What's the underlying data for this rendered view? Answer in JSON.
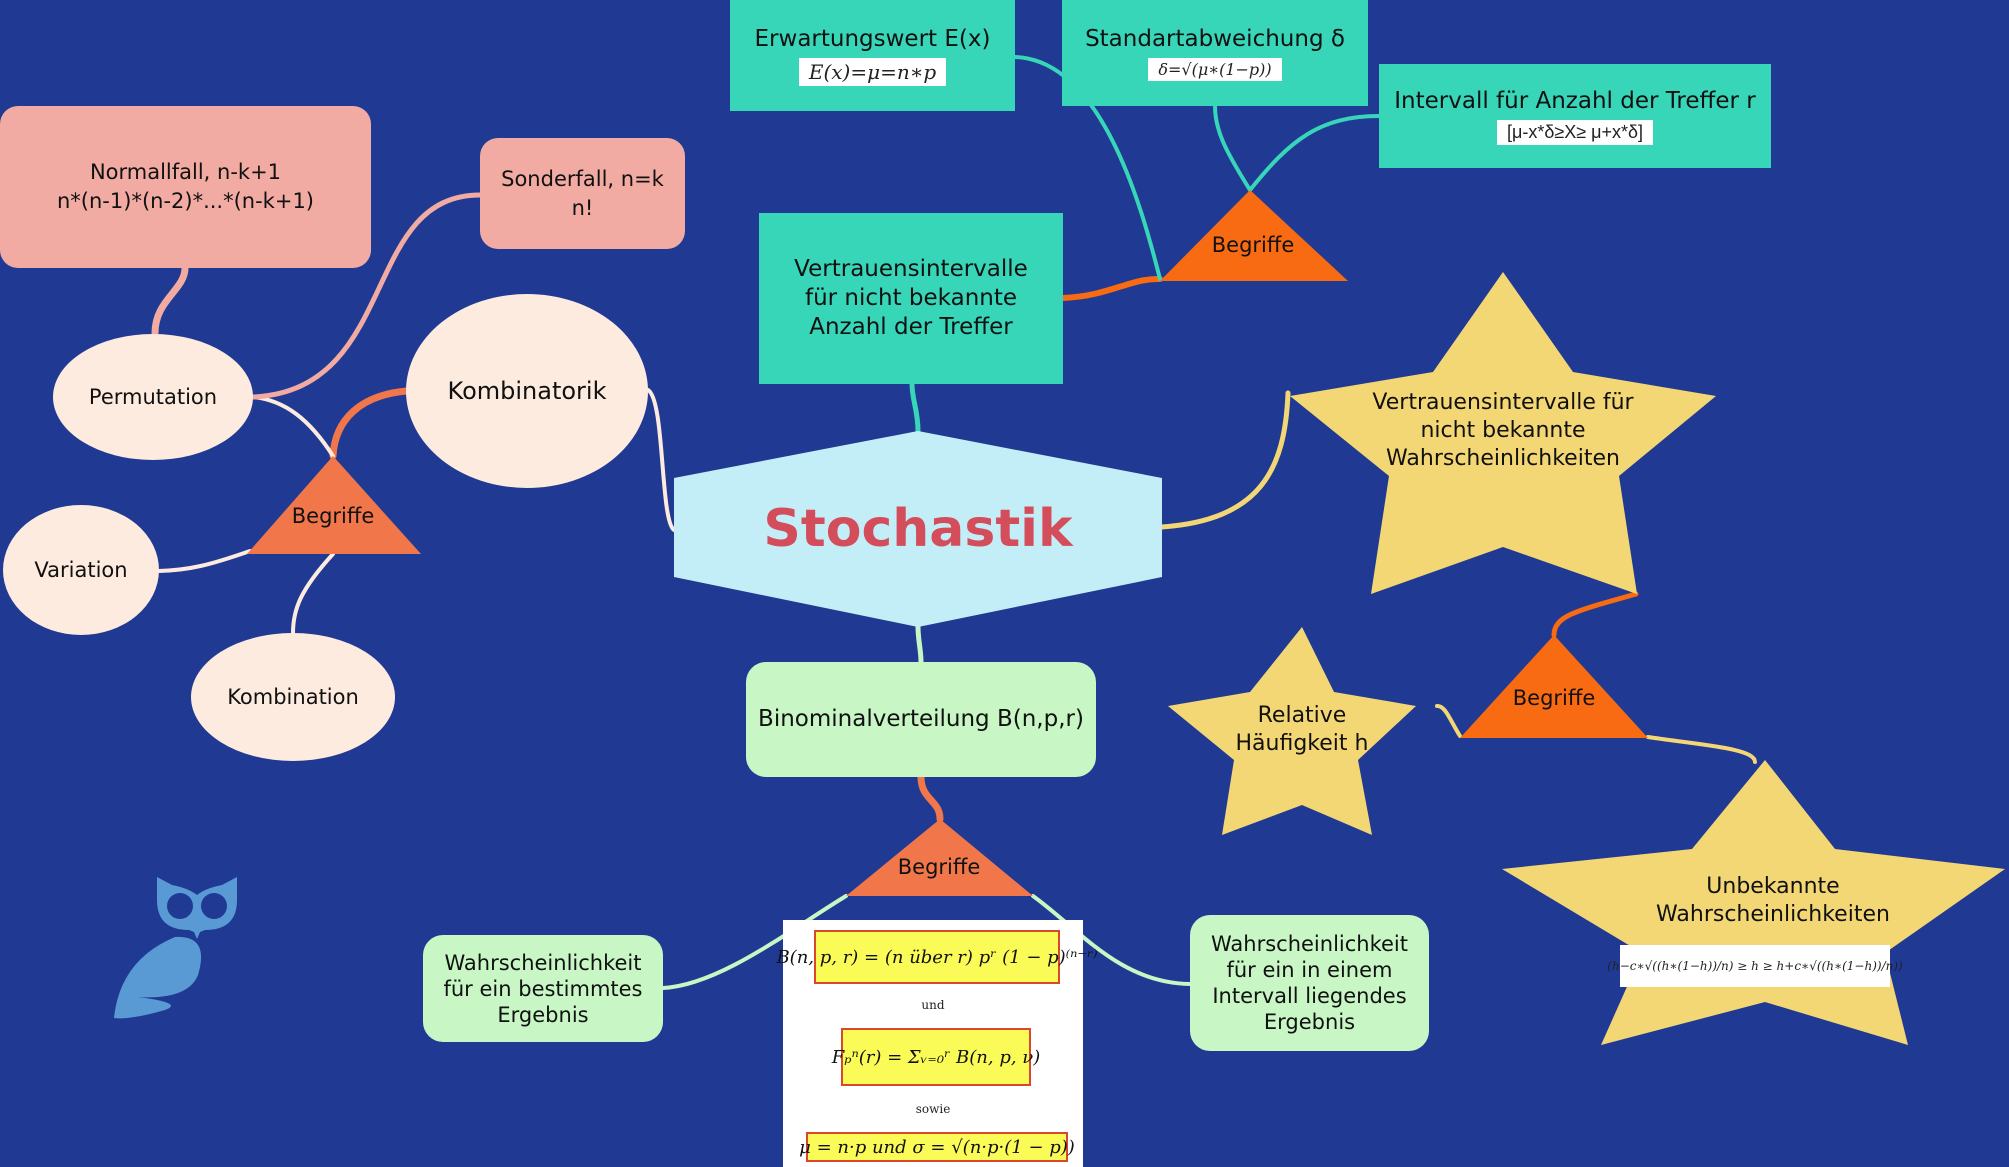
{
  "title": "Stochastik",
  "colors": {
    "background": "#203a93",
    "center_fill": "#c4eef7",
    "center_text": "#d34d5a",
    "teal": "#38d6b8",
    "pink": "#f1aba2",
    "cream": "#fdebdf",
    "mint": "#c8f7c5",
    "star": "#f4d775",
    "orange_dark": "#f86b12",
    "orange_light": "#f1774a",
    "owl": "#5a9ad4"
  },
  "center": {
    "label": "Stochastik"
  },
  "kombinatorik": {
    "label": "Kombinatorik",
    "begriffe": "Begriffe",
    "permutation": "Permutation",
    "variation": "Variation",
    "kombination": "Kombination",
    "normallfall": "Normallfall, n-k+1\nn*(n-1)*(n-2)*...*(n-k+1)",
    "sonderfall": "Sonderfall, n=k\nn!"
  },
  "vertrauen_treffer": {
    "label": "Vertrauensintervalle\nfür nicht bekannte\nAnzahl der Treffer",
    "begriffe": "Begriffe",
    "erwartungswert": {
      "label": "Erwartungswert E(x)",
      "formula": "E(x)=μ=n∗p"
    },
    "standardabweichung": {
      "label": "Standartabweichung δ",
      "formula": "δ=√(μ∗(1−p))"
    },
    "intervall": {
      "label": "Intervall für Anzahl der Treffer r",
      "formula": "[μ-x*δ≥X≥ μ+x*δ]"
    }
  },
  "binomial": {
    "label": "Binominalverteilung B(n,p,r)",
    "begriffe": "Begriffe",
    "bestimmtes": "Wahrscheinlichkeit\nfür ein bestimmtes\nErgebnis",
    "intervall": "Wahrscheinlichkeit\nfür ein in einem\nIntervall liegendes\nErgebnis",
    "formulas": {
      "f1": "B(n, p, r) = (n über r) pʳ (1 − p)⁽ⁿ⁻ʳ⁾",
      "und": "und",
      "f2": "Fₚⁿ(r) = Σᵥ₌₀ʳ B(n, p, ν)",
      "sowie": "sowie",
      "f3": "μ = n·p   und   σ = √(n·p·(1 − p))"
    }
  },
  "vertrauen_wahrscheinlichkeit": {
    "label": "Vertrauensintervalle für\nnicht bekannte\nWahrscheinlichkeiten",
    "begriffe": "Begriffe",
    "relative": "Relative\nHäufigkeit h",
    "unbekannte": "Unbekannte\nWahrscheinlichkeiten",
    "formula": "(h−c∗√((h∗(1−h))/n) ≥ h ≥ h+c∗√((h∗(1−h))/n))"
  },
  "logo": {
    "icon": "owl-icon"
  }
}
